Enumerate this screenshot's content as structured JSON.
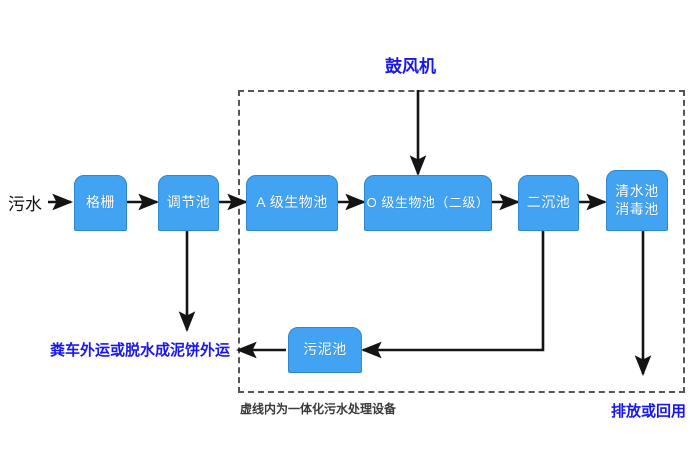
{
  "diagram": {
    "title_note": "虚线内为一体化污水处理设备",
    "colors": {
      "node_fill": "#41a3f2",
      "node_stroke": "#2f86d0",
      "node_text": "#ffffff",
      "accent_label": "#1717ee",
      "line": "#141414"
    }
  },
  "labels": {
    "inlet": "污水",
    "blower": "鼓风机",
    "sludge_out": "粪车外运或脱水成泥饼外运",
    "discharge": "排放或回用",
    "dashed_note": "虚线内为一体化污水处理设备"
  },
  "nodes": [
    {
      "id": "grille",
      "label": "格栅"
    },
    {
      "id": "equalize",
      "label": "调节池"
    },
    {
      "id": "a_stage",
      "label": "A 级生物池"
    },
    {
      "id": "o_stage",
      "label": "O 级生物池（二级）"
    },
    {
      "id": "clarifier",
      "label": "二沉池"
    },
    {
      "id": "clearwell",
      "label": "清水池\n消毒池"
    },
    {
      "id": "clearwell_line1",
      "label": "清水池"
    },
    {
      "id": "clearwell_line2",
      "label": "消毒池"
    },
    {
      "id": "sludge",
      "label": "污泥池"
    }
  ],
  "flow": {
    "main_chain": [
      "污水",
      "格栅",
      "调节池",
      "A 级生物池",
      "O 级生物池（二级）",
      "二沉池",
      "清水池消毒池"
    ],
    "branches": [
      {
        "from": "调节池",
        "to": "粪车外运或脱水成泥饼外运"
      },
      {
        "from": "二沉池",
        "to": "污泥池"
      },
      {
        "from": "污泥池",
        "to": "粪车外运或脱水成泥饼外运"
      },
      {
        "from": "鼓风机",
        "to": "O 级生物池（二级）"
      },
      {
        "from": "清水池消毒池",
        "to": "排放或回用"
      }
    ]
  }
}
